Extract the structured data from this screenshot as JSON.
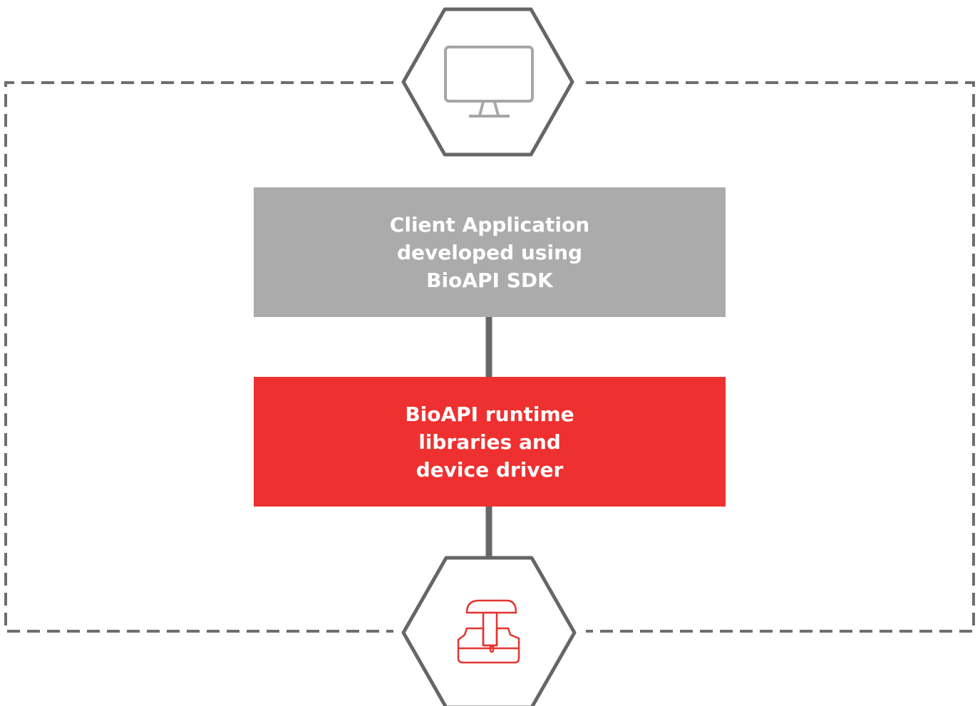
{
  "diagram": {
    "client_box": {
      "lines": [
        "Client Application",
        "developed using",
        "BioAPI SDK"
      ]
    },
    "runtime_box": {
      "lines": [
        "BioAPI runtime",
        "libraries and",
        "device driver"
      ]
    },
    "icons": {
      "top": "monitor-icon",
      "bottom": "fingerprint-scanner-icon"
    },
    "colors": {
      "client_box": "#aaabaa",
      "runtime_box": "#ef3030",
      "hexagon_stroke": "#666666",
      "dashed_border": "#6e6e6e",
      "monitor_icon": "#a6a6a6",
      "scanner_icon": "#e3342f"
    }
  }
}
